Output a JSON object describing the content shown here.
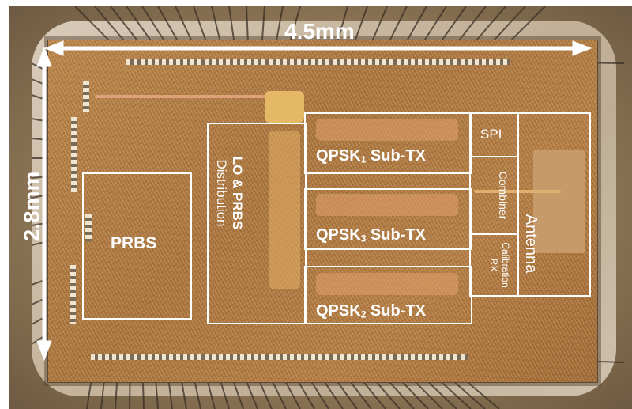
{
  "figure": {
    "type": "chip die micrograph with annotated floorplan",
    "dimensions": {
      "width_label": "4.5mm",
      "height_label": "2.8mm"
    },
    "blocks": [
      {
        "id": "prbs",
        "label": "PRBS"
      },
      {
        "id": "lo-prbs-distribution",
        "label_line1": "LO & PRBS",
        "label_line2": "Distribution"
      },
      {
        "id": "qpsk1",
        "label_main": "QPSK",
        "label_sub": "1",
        "label_tail": " Sub-TX"
      },
      {
        "id": "qpsk3",
        "label_main": "QPSK",
        "label_sub": "3",
        "label_tail": " Sub-TX"
      },
      {
        "id": "qpsk2",
        "label_main": "QPSK",
        "label_sub": "2",
        "label_tail": " Sub-TX"
      },
      {
        "id": "spi",
        "label": "SPI"
      },
      {
        "id": "combiner",
        "label": "Combiner"
      },
      {
        "id": "calibration-rx",
        "label_line1": "Calibration",
        "label_line2": "RX"
      },
      {
        "id": "antenna",
        "label": "Antenna"
      }
    ],
    "colors": {
      "annotation": "#ffffff",
      "die": "#a87440",
      "package": "#c6b49c"
    }
  }
}
